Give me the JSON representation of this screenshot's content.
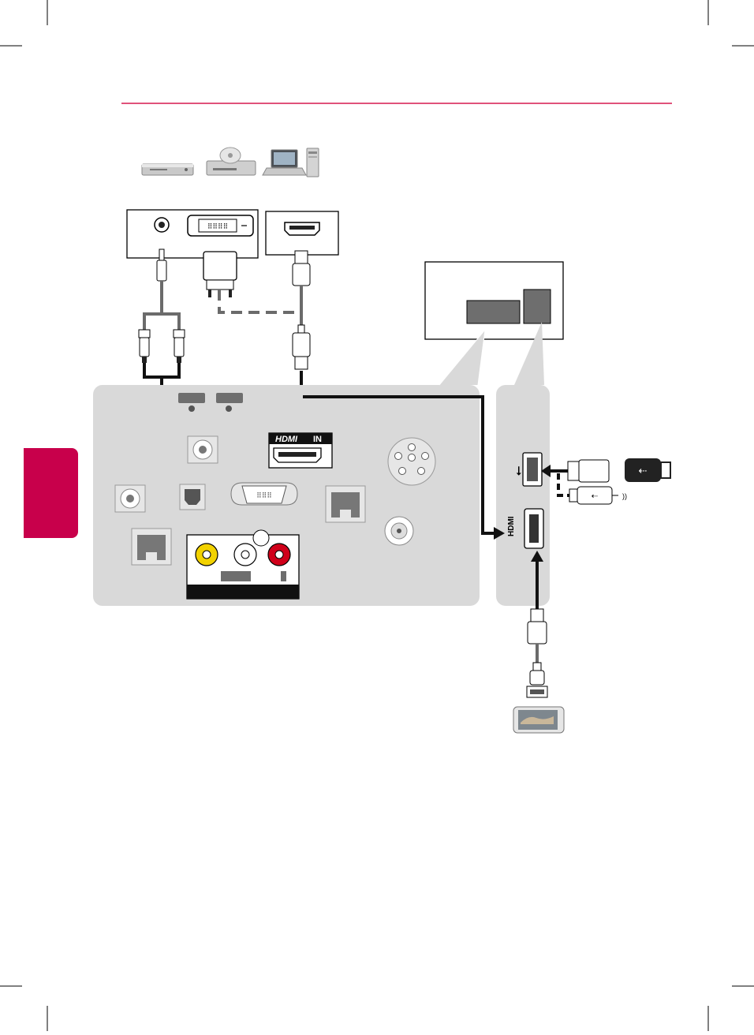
{
  "hdmi_in": {
    "logo": "HDMI",
    "suffix": "IN"
  },
  "side_hdmi_label": "HDMI",
  "usb_symbol": "⭠",
  "colors": {
    "accent_red": "#c8004b",
    "accent_rule": "#d6184f",
    "panel_grey": "#d9d9d9",
    "cable_grey": "#6b6b6b",
    "cable_black": "#111111",
    "rca_yellow": "#f2d200",
    "rca_white": "#ffffff",
    "rca_red": "#d0001a"
  },
  "icons": [
    "dvd-player-icon",
    "blu-ray-player-icon",
    "laptop-icon",
    "desktop-tower-icon",
    "audio-jack-icon",
    "dvi-port-icon",
    "hdmi-port-icon",
    "usb-port-icon",
    "usb-flash-drive-icon",
    "usb-symbol-icon",
    "smartphone-icon",
    "mhl-cable-icon",
    "vga-port-icon",
    "optical-port-icon",
    "lan-port-icon",
    "antenna-port-icon",
    "mini-din-port-icon",
    "rca-jack-icon"
  ]
}
